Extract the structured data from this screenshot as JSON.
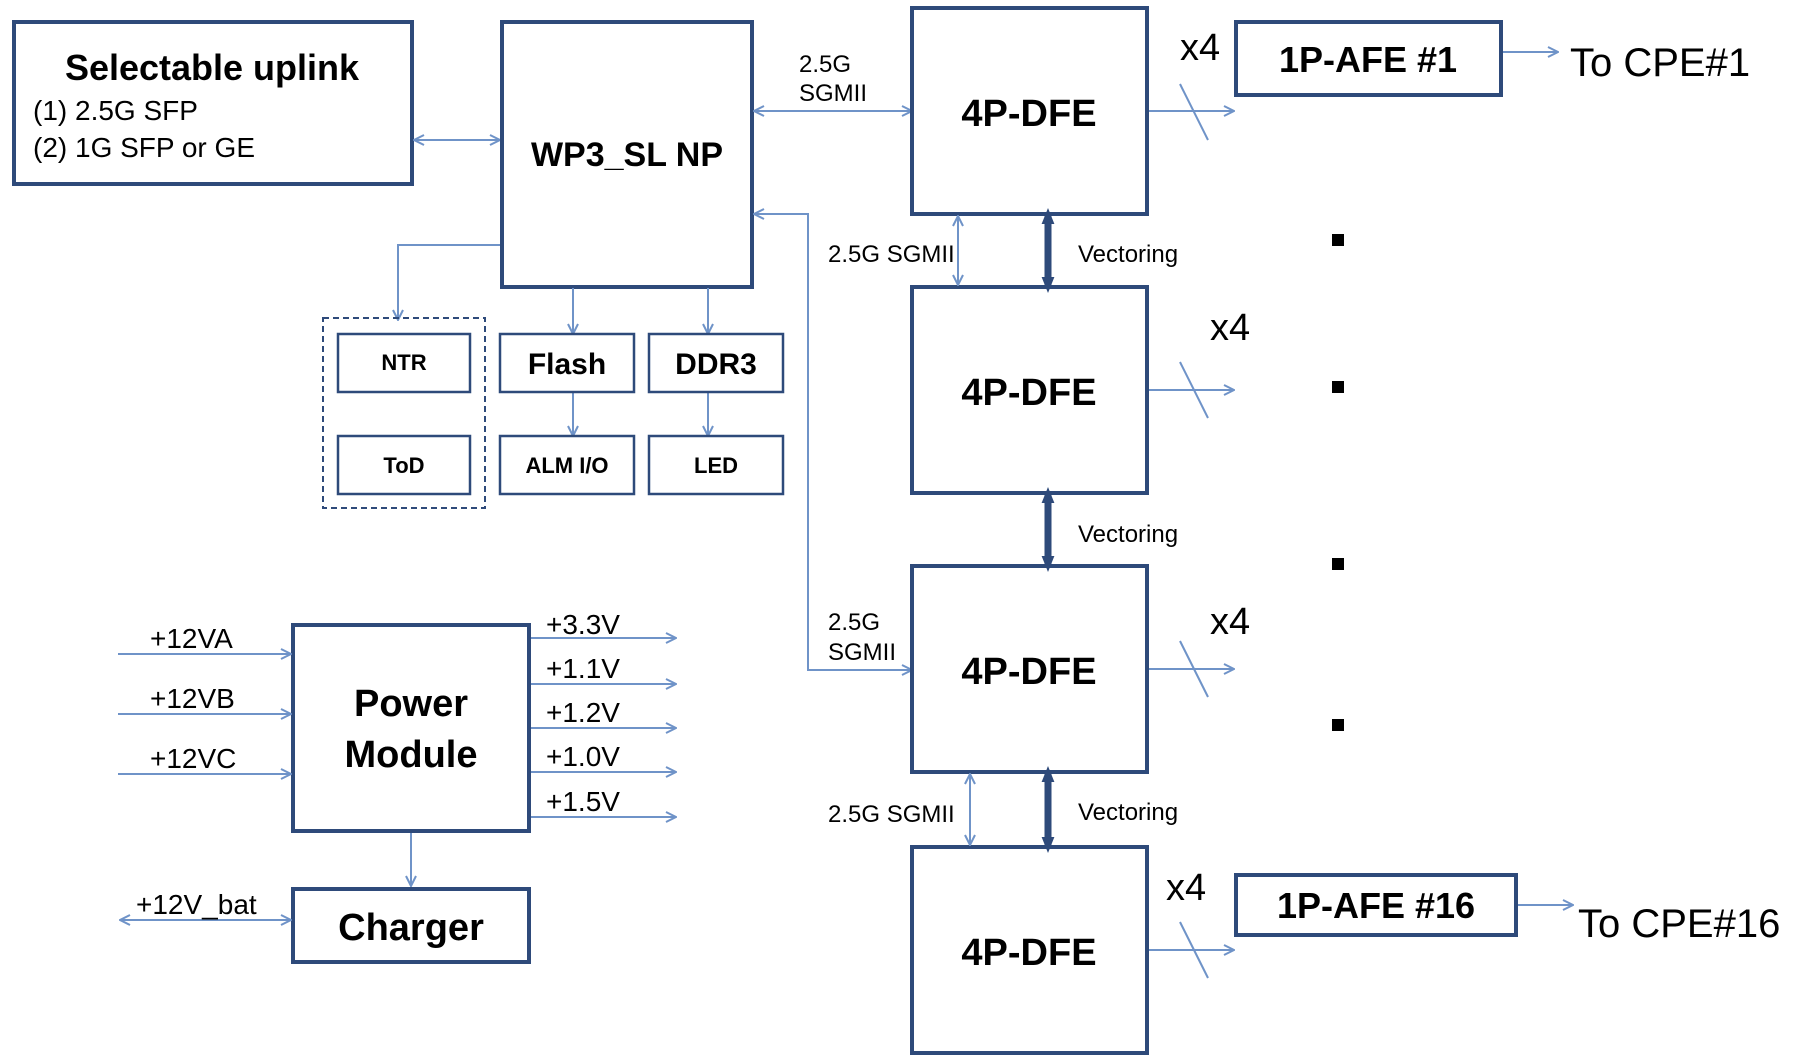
{
  "uplink": {
    "title": "Selectable  uplink",
    "line1": "(1) 2.5G SFP",
    "line2": "(2) 1G SFP or GE"
  },
  "np": {
    "label": "WP3_SL NP"
  },
  "peripherals": {
    "ntr": "NTR",
    "tod": "ToD",
    "flash": "Flash",
    "ddr3": "DDR3",
    "alm": "ALM I/O",
    "led": "LED"
  },
  "power": {
    "line1": "Power",
    "line2": "Module",
    "inputs": [
      "+12VA",
      "+12VB",
      "+12VC"
    ],
    "outputs": [
      "+3.3V",
      "+1.1V",
      "+1.2V",
      "+1.0V",
      "+1.5V"
    ]
  },
  "charger": {
    "label": "Charger",
    "battery": "+12V_bat"
  },
  "dfe": [
    "4P-DFE",
    "4P-DFE",
    "4P-DFE",
    "4P-DFE"
  ],
  "links": {
    "sgmii_top_1": "2.5G",
    "sgmii_top_2": "SGMII",
    "sgmii_1": "2.5G  SGMII",
    "sgmii_mid_1": "2.5G",
    "sgmii_mid_2": "SGMII",
    "sgmii_3": "2.5G  SGMII",
    "vectoring": [
      "Vectoring",
      "Vectoring",
      "Vectoring"
    ]
  },
  "multipliers": [
    "x4",
    "x4",
    "x4",
    "x4"
  ],
  "afe": {
    "top": "1P-AFE #1",
    "bottom": "1P-AFE #16",
    "cpe_top": "To CPE#1",
    "cpe_bottom": "To CPE#16"
  },
  "colors": {
    "box_border": "#2e4a7a",
    "connector": "#6f93c8"
  }
}
